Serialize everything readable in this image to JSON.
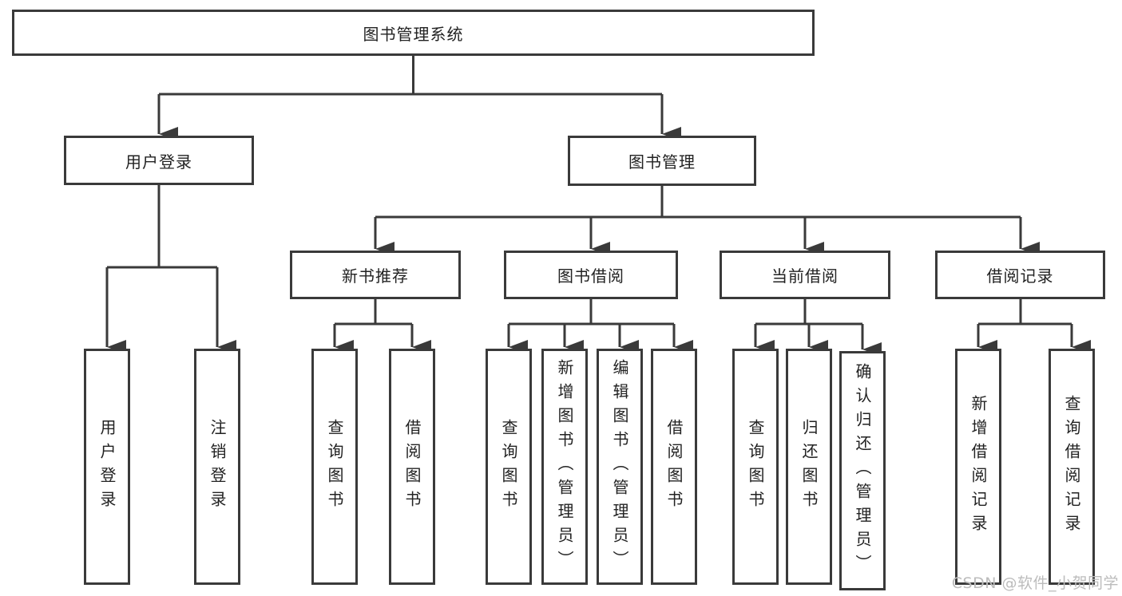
{
  "diagram": {
    "type": "hierarchy",
    "colors": {
      "line": "#3a3a3a",
      "box_border": "#3a3a3a",
      "text": "#222222",
      "background": "#ffffff",
      "watermark": "#bcbcbc"
    },
    "tree": {
      "label": "图书管理系统",
      "children": [
        {
          "label": "用户登录",
          "children": [
            {
              "label": "用户登录"
            },
            {
              "label": "注销登录"
            }
          ]
        },
        {
          "label": "图书管理",
          "children": [
            {
              "label": "新书推荐",
              "children": [
                {
                  "label": "查询图书"
                },
                {
                  "label": "借阅图书"
                }
              ]
            },
            {
              "label": "图书借阅",
              "children": [
                {
                  "label": "查询图书"
                },
                {
                  "label": "新增图书（管理员）"
                },
                {
                  "label": "编辑图书（管理员）"
                },
                {
                  "label": "借阅图书"
                }
              ]
            },
            {
              "label": "当前借阅",
              "children": [
                {
                  "label": "查询图书"
                },
                {
                  "label": "归还图书"
                },
                {
                  "label": "确认归还（管理员）"
                }
              ]
            },
            {
              "label": "借阅记录",
              "children": [
                {
                  "label": "新增借阅记录"
                },
                {
                  "label": "查询借阅记录"
                }
              ]
            }
          ]
        }
      ]
    },
    "watermark": "CSDN @软件_小贺同学"
  }
}
